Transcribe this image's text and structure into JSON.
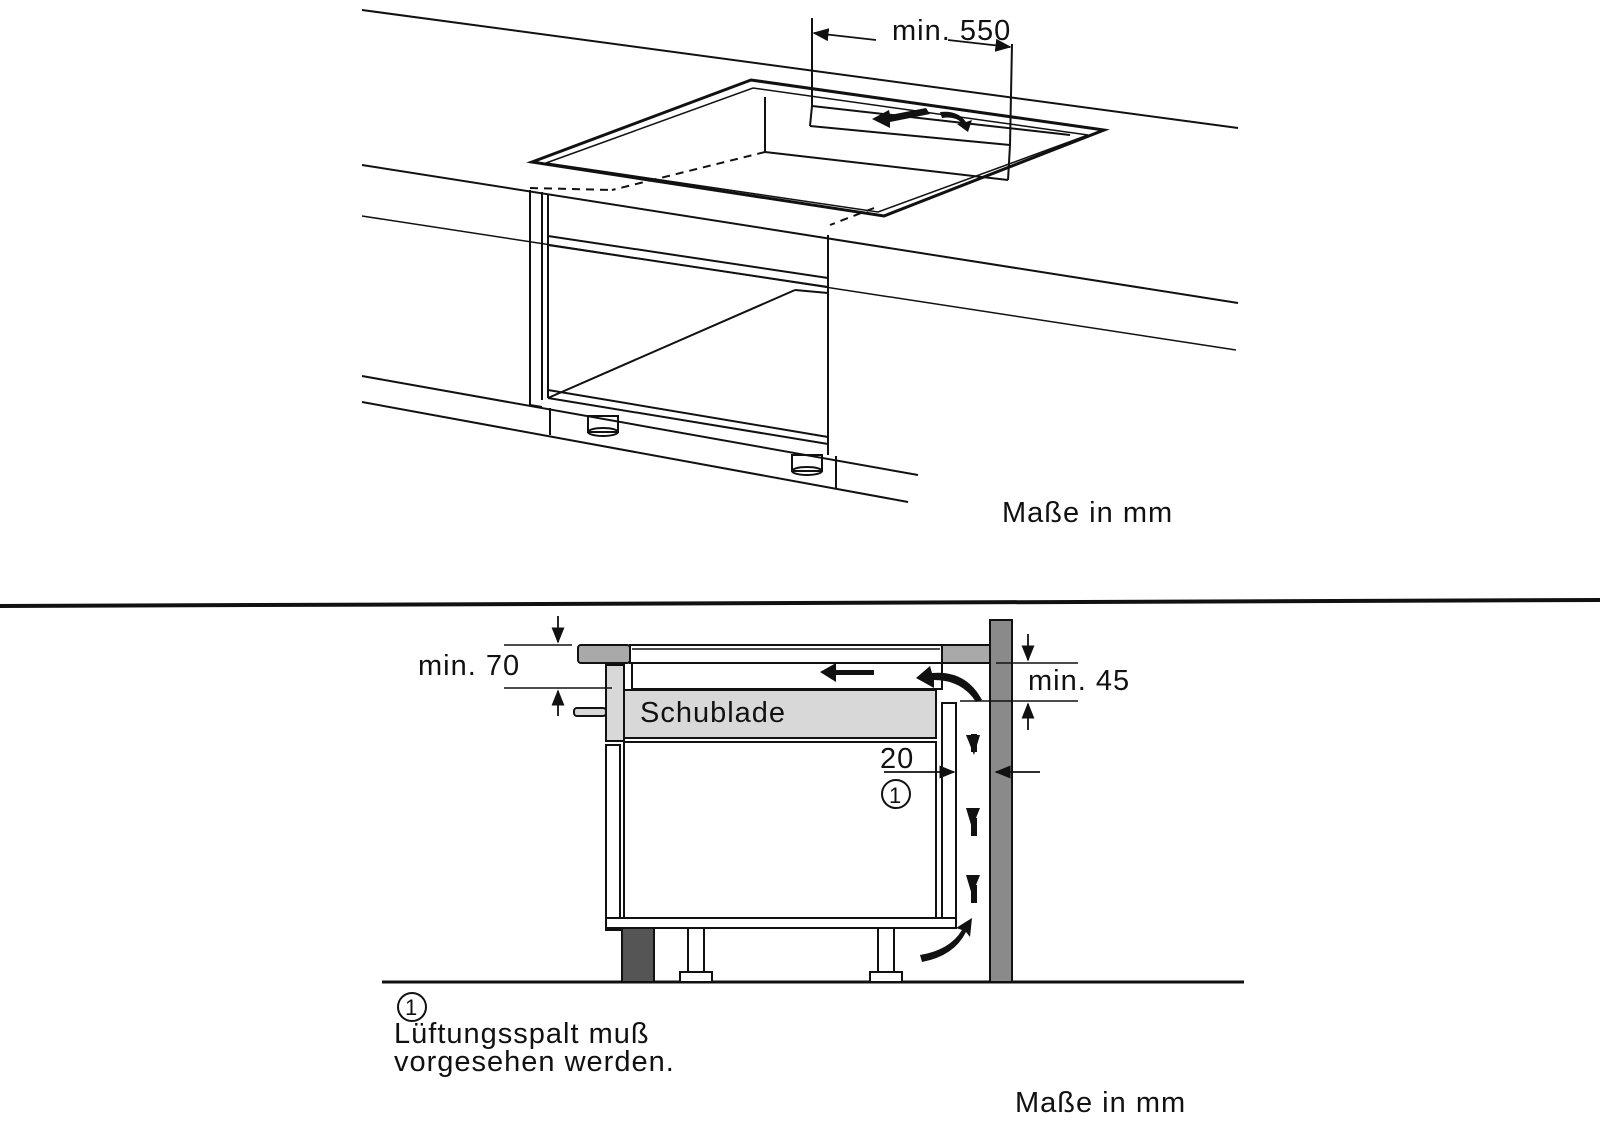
{
  "top_view": {
    "dim_width": "min. 550",
    "units": "Maße in mm"
  },
  "section_view": {
    "dim_top_gap": "min. 70",
    "dim_rear_gap": "min. 45",
    "dim_vent_gap": "20",
    "drawer_label": "Schublade",
    "callout_marker": "1",
    "units": "Maße in mm"
  },
  "legend": {
    "marker": "1",
    "line1": "Lüftungsspalt muß",
    "line2": "vorgesehen werden."
  }
}
